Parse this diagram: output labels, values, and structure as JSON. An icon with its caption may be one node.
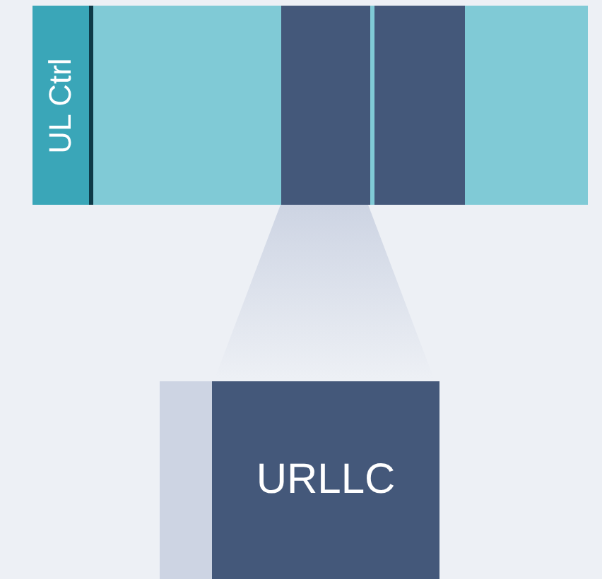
{
  "diagram": {
    "nodes": [
      {
        "text": [],
        "shape": "bar"
      },
      {
        "text": [
          "UL Ctrl"
        ],
        "in": 0
      },
      {
        "text": [],
        "shape": "box",
        "in": 0
      },
      {
        "text": [],
        "shape": "box",
        "in": 0
      },
      {
        "text": [],
        "shape": "trapezoid"
      },
      {
        "text": [],
        "shape": "box"
      },
      {
        "text": [
          "URLLC"
        ]
      }
    ]
  }
}
